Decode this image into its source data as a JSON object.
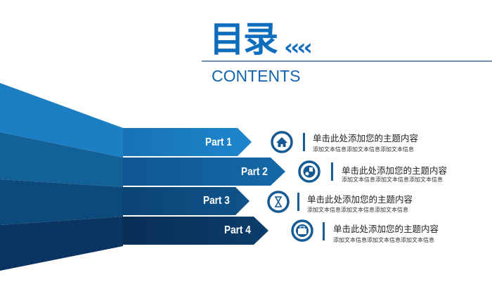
{
  "header": {
    "title": "目录",
    "title_decoration": "‹‹‹‹",
    "subtitle": "CONTENTS"
  },
  "colors": {
    "accent": "#0f6dbd",
    "rows": [
      "#1a7cc0",
      "#13609d",
      "#0e4a7d",
      "#0a3560"
    ]
  },
  "items": [
    {
      "label": "Part 1",
      "icon": "home-icon",
      "title": "单击此处添加您的主题内容",
      "text": "添加文本信息添加文本信息添加文本信息"
    },
    {
      "label": "Part 2",
      "icon": "certificate-icon",
      "title": "单击此处添加您的主题内容",
      "text": "添加文本信息添加文本信息添加文本信息"
    },
    {
      "label": "Part 3",
      "icon": "hourglass-icon",
      "title": "单击此处添加您的主题内容",
      "text": "添加文本信息添加文本信息添加文本信息"
    },
    {
      "label": "Part 4",
      "icon": "briefcase-icon",
      "title": "单击此处添加您的主题内容",
      "text": "添加文本信息添加文本信息添加文本信息"
    }
  ]
}
